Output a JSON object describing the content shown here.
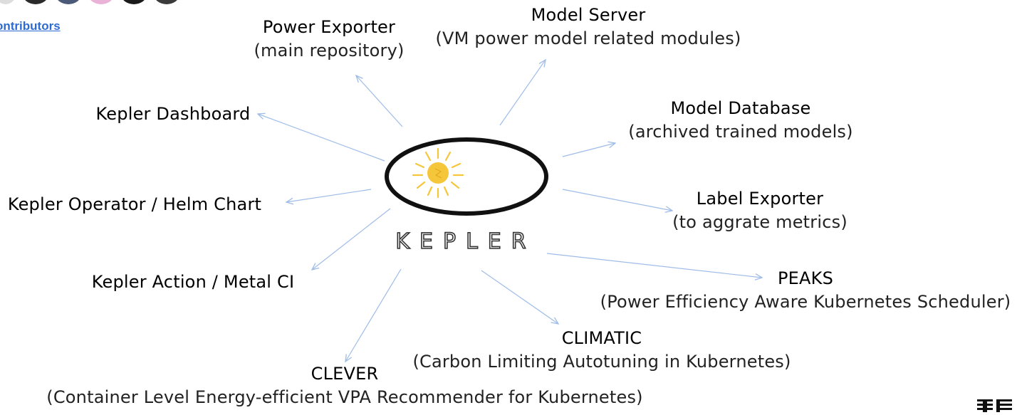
{
  "header": {
    "contributors_link": "ontributors"
  },
  "hub": {
    "logo_text": "KEPLER",
    "icon": "sun-icon"
  },
  "nodes": [
    {
      "id": "power-exporter",
      "title": "Power Exporter",
      "subtitle": "(main repository)"
    },
    {
      "id": "model-server",
      "title": "Model Server",
      "subtitle": "(VM power model related modules)"
    },
    {
      "id": "kepler-dashboard",
      "title": "Kepler Dashboard",
      "subtitle": ""
    },
    {
      "id": "model-database",
      "title": "Model Database",
      "subtitle": "(archived trained models)"
    },
    {
      "id": "kepler-operator",
      "title": "Kepler Operator / Helm Chart",
      "subtitle": ""
    },
    {
      "id": "label-exporter",
      "title": "Label Exporter",
      "subtitle": "(to aggrate metrics)"
    },
    {
      "id": "kepler-action",
      "title": "Kepler Action / Metal CI",
      "subtitle": ""
    },
    {
      "id": "peaks",
      "title": "PEAKS",
      "subtitle": "(Power Efficiency Aware Kubernetes Scheduler)"
    },
    {
      "id": "climatic",
      "title": "CLIMATIC",
      "subtitle": "(Carbon Limiting Autotuning in Kubernetes)"
    },
    {
      "id": "clever",
      "title": "CLEVER",
      "subtitle": "(Container Level Energy-efficient VPA Recommender for Kubernetes)"
    }
  ],
  "colors": {
    "arrow": "#9fbce8",
    "ellipse_stroke": "#111111",
    "sun": "#f6c63a",
    "logo": "#333333",
    "link": "#2d6bd4"
  },
  "icons": {
    "corner_logo": "striped-logo-icon"
  }
}
